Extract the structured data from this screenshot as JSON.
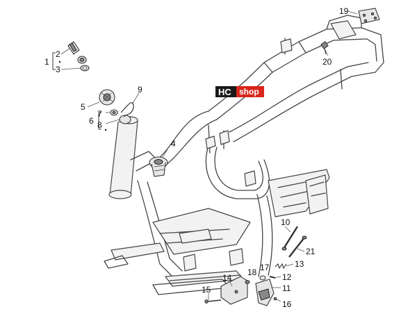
{
  "logo": {
    "part1": "HC",
    "part2": "shop",
    "color_dark": "#1a1a1a",
    "color_accent": "#d9271e",
    "color_text": "#ffffff"
  },
  "callouts": [
    "1",
    "2",
    "3",
    "4",
    "5",
    "6",
    "7",
    "8",
    "9",
    "10",
    "11",
    "12",
    "13",
    "14",
    "15",
    "16",
    "17",
    "18",
    "19",
    "20",
    "21"
  ]
}
